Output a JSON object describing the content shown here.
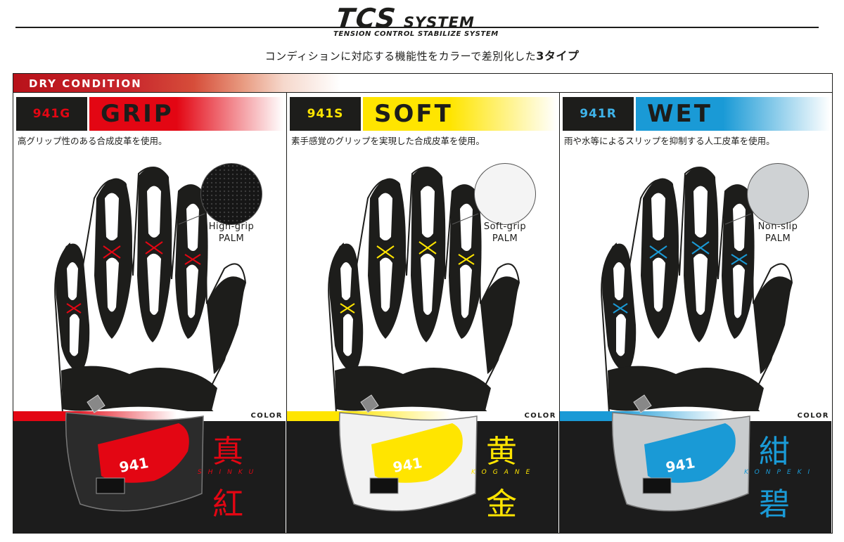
{
  "header": {
    "logo_main": "TCS",
    "logo_sub": "SYSTEM",
    "subtitle": "TENSION CONTROL STABILIZE SYSTEM",
    "tagline_prefix": "コンディションに対応する機能性をカラーで差別化した",
    "tagline_bold": "3タイプ"
  },
  "condition": {
    "label": "DRY CONDITION"
  },
  "panels": [
    {
      "code": "941G",
      "name": "GRIP",
      "desc": "高グリップ性のある合成皮革を使用。",
      "palm_line1": "High-grip",
      "palm_line2": "PALM",
      "color_label": "COLOR",
      "kanji1": "真",
      "kanji2": "紅",
      "romaji": "SHINKU",
      "accent": "#e30613",
      "code_text_color": "#e30613",
      "swatch_color": "#2a2a2a"
    },
    {
      "code": "941S",
      "name": "SOFT",
      "desc": "素手感覚のグリップを実現した合成皮革を使用。",
      "palm_line1": "Soft-grip",
      "palm_line2": "PALM",
      "color_label": "COLOR",
      "kanji1": "黄",
      "kanji2": "金",
      "romaji": "KOGANE",
      "accent": "#ffe500",
      "code_text_color": "#ffe500",
      "swatch_color": "#f4f4f4"
    },
    {
      "code": "941R",
      "name": "WET",
      "desc": "雨や水等によるスリップを抑制する人工皮革を使用。",
      "palm_line1": "Non-slip",
      "palm_line2": "PALM",
      "color_label": "COLOR",
      "kanji1": "紺",
      "kanji2": "碧",
      "romaji": "KONPEKI",
      "accent": "#1a9ad6",
      "code_text_color": "#3fb4ea",
      "swatch_color": "#cfd2d4"
    }
  ]
}
